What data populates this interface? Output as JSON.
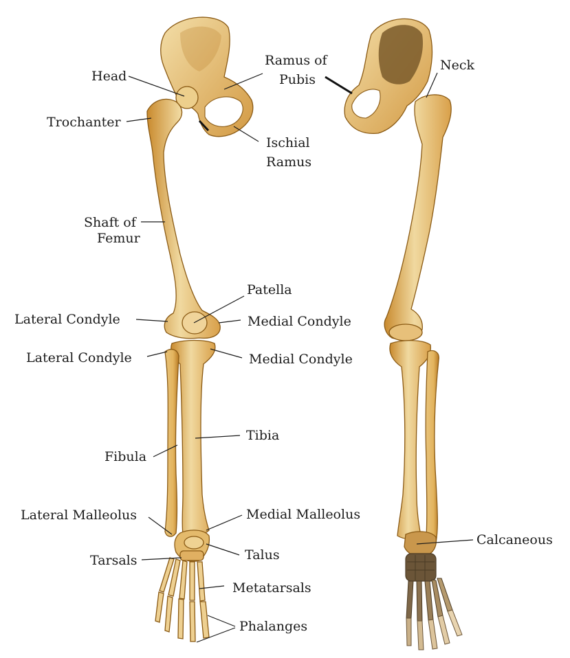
{
  "colors": {
    "bone_light": "#f0d9a0",
    "bone_mid": "#e3b45e",
    "bone_dark": "#c98a2e",
    "outline": "#8a5a14",
    "pelvis_inner": "#7a5a2a",
    "tarsal_dark": "#6b5538",
    "label_text": "#1a1a1a"
  },
  "labels": {
    "head": "Head",
    "ramus_of_pubis_1": "Ramus of",
    "ramus_of_pubis_2": "Pubis",
    "neck": "Neck",
    "trochanter": "Trochanter",
    "ischial_ramus_1": "Ischial",
    "ischial_ramus_2": "Ramus",
    "shaft_of_femur_1": "Shaft of",
    "shaft_of_femur_2": "Femur",
    "patella": "Patella",
    "lateral_condyle_femur": "Lateral Condyle",
    "medial_condyle_femur": "Medial Condyle",
    "lateral_condyle_tibia": "Lateral Condyle",
    "medial_condyle_tibia": "Medial Condyle",
    "tibia": "Tibia",
    "fibula": "Fibula",
    "lateral_malleolus": "Lateral Malleolus",
    "medial_malleolus": "Medial Malleolus",
    "talus": "Talus",
    "tarsals": "Tarsals",
    "calcaneous": "Calcaneous",
    "metatarsals": "Metatarsals",
    "phalanges": "Phalanges"
  }
}
